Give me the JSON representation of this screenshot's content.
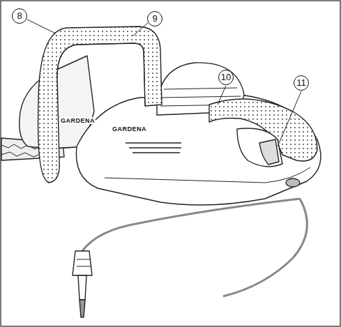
{
  "diagram": {
    "labels": [
      "8",
      "9",
      "10",
      "11",
      "GARDENA",
      "GARDENA"
    ]
  }
}
